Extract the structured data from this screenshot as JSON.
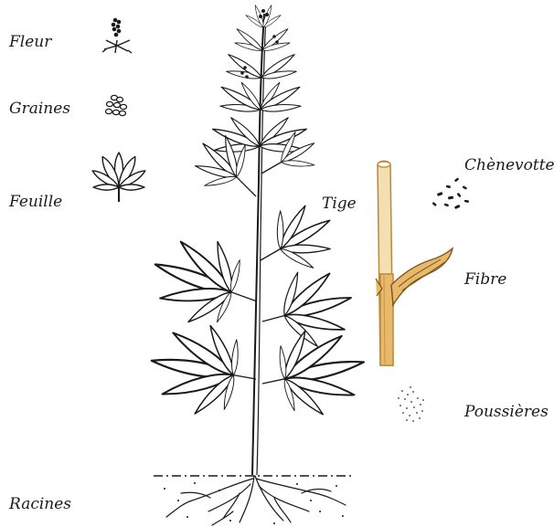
{
  "labels": {
    "fleur": "Fleur",
    "graines": "Graines",
    "feuille": "Feuille",
    "tige": "Tige",
    "chenevotte": "Chènevotte",
    "fibre": "Fibre",
    "poussieres": "Poussières",
    "racines": "Racines"
  },
  "colors": {
    "ink": "#1a1a1a",
    "stem_fill": "#f3dfb2",
    "stem_stroke": "#b98a3c",
    "fibre_fill": "#e8b96a"
  }
}
